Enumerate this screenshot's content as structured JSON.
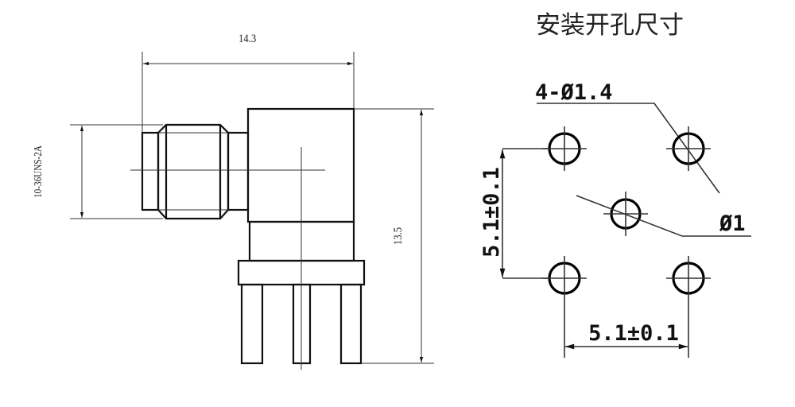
{
  "side_view": {
    "width_dim": "14.3",
    "height_dim": "13.5",
    "thread_spec": "10-36UNS-2A"
  },
  "footprint": {
    "title": "安装开孔尺寸",
    "hole_spec": "4-Ø1.4",
    "center_hole_spec": "Ø1",
    "vertical_spacing": "5.1±0.1",
    "horizontal_spacing": "5.1±0.1"
  }
}
